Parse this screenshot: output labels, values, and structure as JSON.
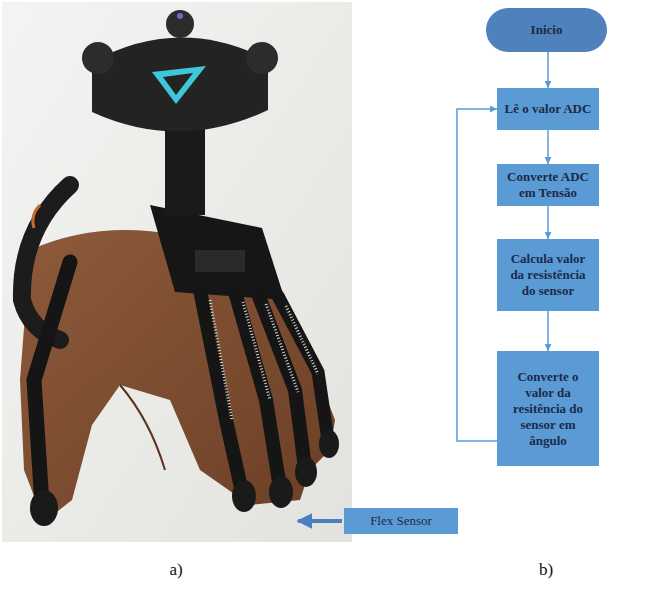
{
  "diagram": {
    "nodes": [
      {
        "text": [
          "Flex Sensor"
        ]
      },
      {
        "text": [
          "Inicio"
        ]
      },
      {
        "text": [
          "Lê o valor ADC"
        ]
      },
      {
        "text": [
          "Converte ADC em Tensão"
        ]
      },
      {
        "text": [
          "Calcula valor da resistência do sensor"
        ]
      },
      {
        "text": [
          "Converte o valor da resitência do sensor em ângulo"
        ]
      }
    ],
    "edges": [
      {
        "from": 1,
        "to": 2,
        "arrow": "to"
      },
      {
        "from": 2,
        "to": 3,
        "arrow": "to"
      },
      {
        "from": 3,
        "to": 4,
        "arrow": "to"
      },
      {
        "from": 4,
        "to": 5,
        "arrow": "to"
      },
      {
        "from": 5,
        "to": 2,
        "arrow": "to"
      }
    ],
    "labels": [
      "a)",
      "b)"
    ]
  }
}
